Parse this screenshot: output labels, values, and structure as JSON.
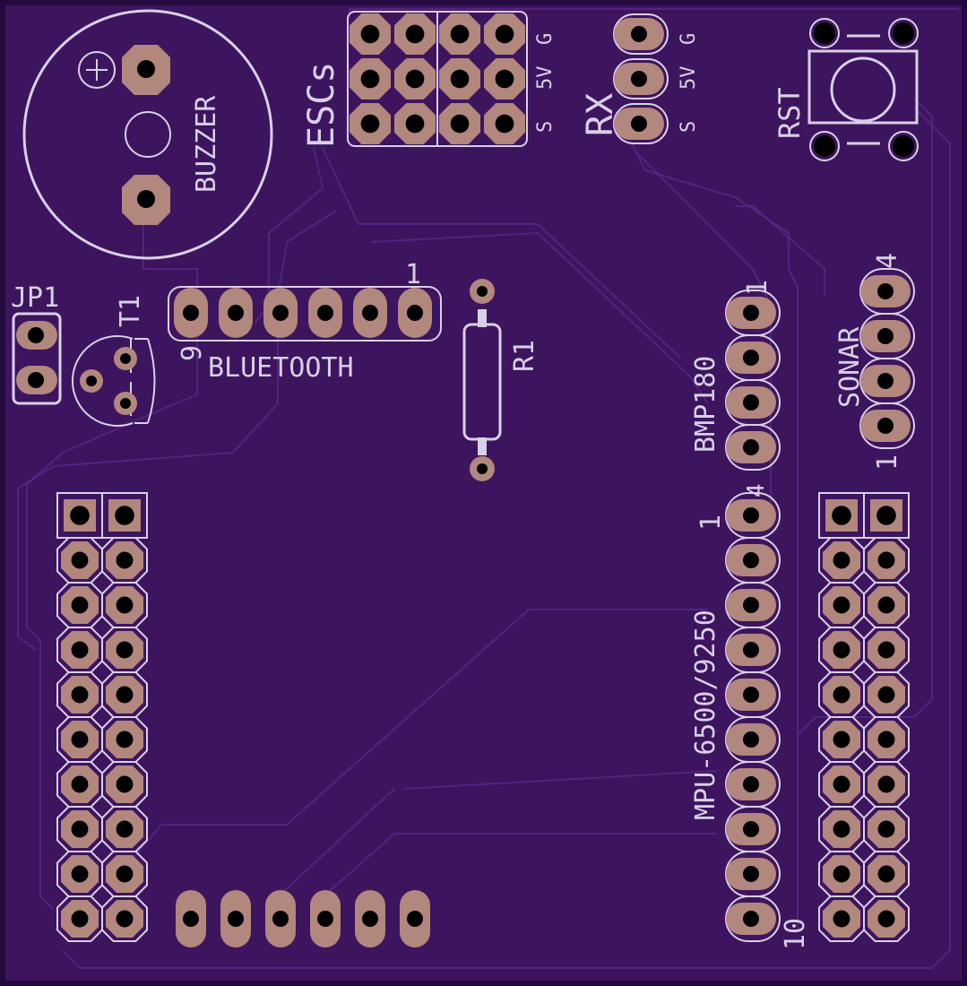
{
  "colors": {
    "board": "#3d145e",
    "board_edge": "#24093f",
    "copper_pad": "#b2877d",
    "silkscreen": "#d8d0e6",
    "drill": "#000000",
    "trace": "#5a2a8c"
  },
  "labels": {
    "buzzer": "BUZZER",
    "buzzer_plus": "+",
    "escs": "ESCs",
    "esc_g": "G",
    "esc_5v": "5V",
    "esc_s": "S",
    "rx": "RX",
    "rx_g": "G",
    "rx_5v": "5V",
    "rx_s": "S",
    "rst": "RST",
    "jp1": "JP1",
    "t1": "T1",
    "bluetooth": "BLUETOOTH",
    "bt_pin1": "1",
    "bt_pin6": "6",
    "r1": "R1",
    "bmp180": "BMP180",
    "bmp_pin1": "1",
    "bmp_pin4": "4",
    "sonar": "SONAR",
    "sonar_pin4": "4",
    "sonar_pin1": "1",
    "mpu": "MPU-6500/9250",
    "mpu_pin1": "1",
    "mpu_pin10": "10"
  },
  "components": [
    {
      "ref": "BUZZER",
      "pins": 2
    },
    {
      "ref": "ESCs",
      "pins": 12
    },
    {
      "ref": "RX",
      "pins": 3
    },
    {
      "ref": "RST",
      "pins": 4
    },
    {
      "ref": "JP1",
      "pins": 2
    },
    {
      "ref": "T1",
      "pins": 3
    },
    {
      "ref": "BLUETOOTH",
      "pins": 6
    },
    {
      "ref": "R1",
      "pins": 2
    },
    {
      "ref": "BMP180",
      "pins": 4
    },
    {
      "ref": "SONAR",
      "pins": 4
    },
    {
      "ref": "MPU-6500/9250",
      "pins": 10
    },
    {
      "ref": "left-header",
      "pins": 20
    },
    {
      "ref": "right-header",
      "pins": 20
    },
    {
      "ref": "bottom-header",
      "pins": 6
    }
  ]
}
